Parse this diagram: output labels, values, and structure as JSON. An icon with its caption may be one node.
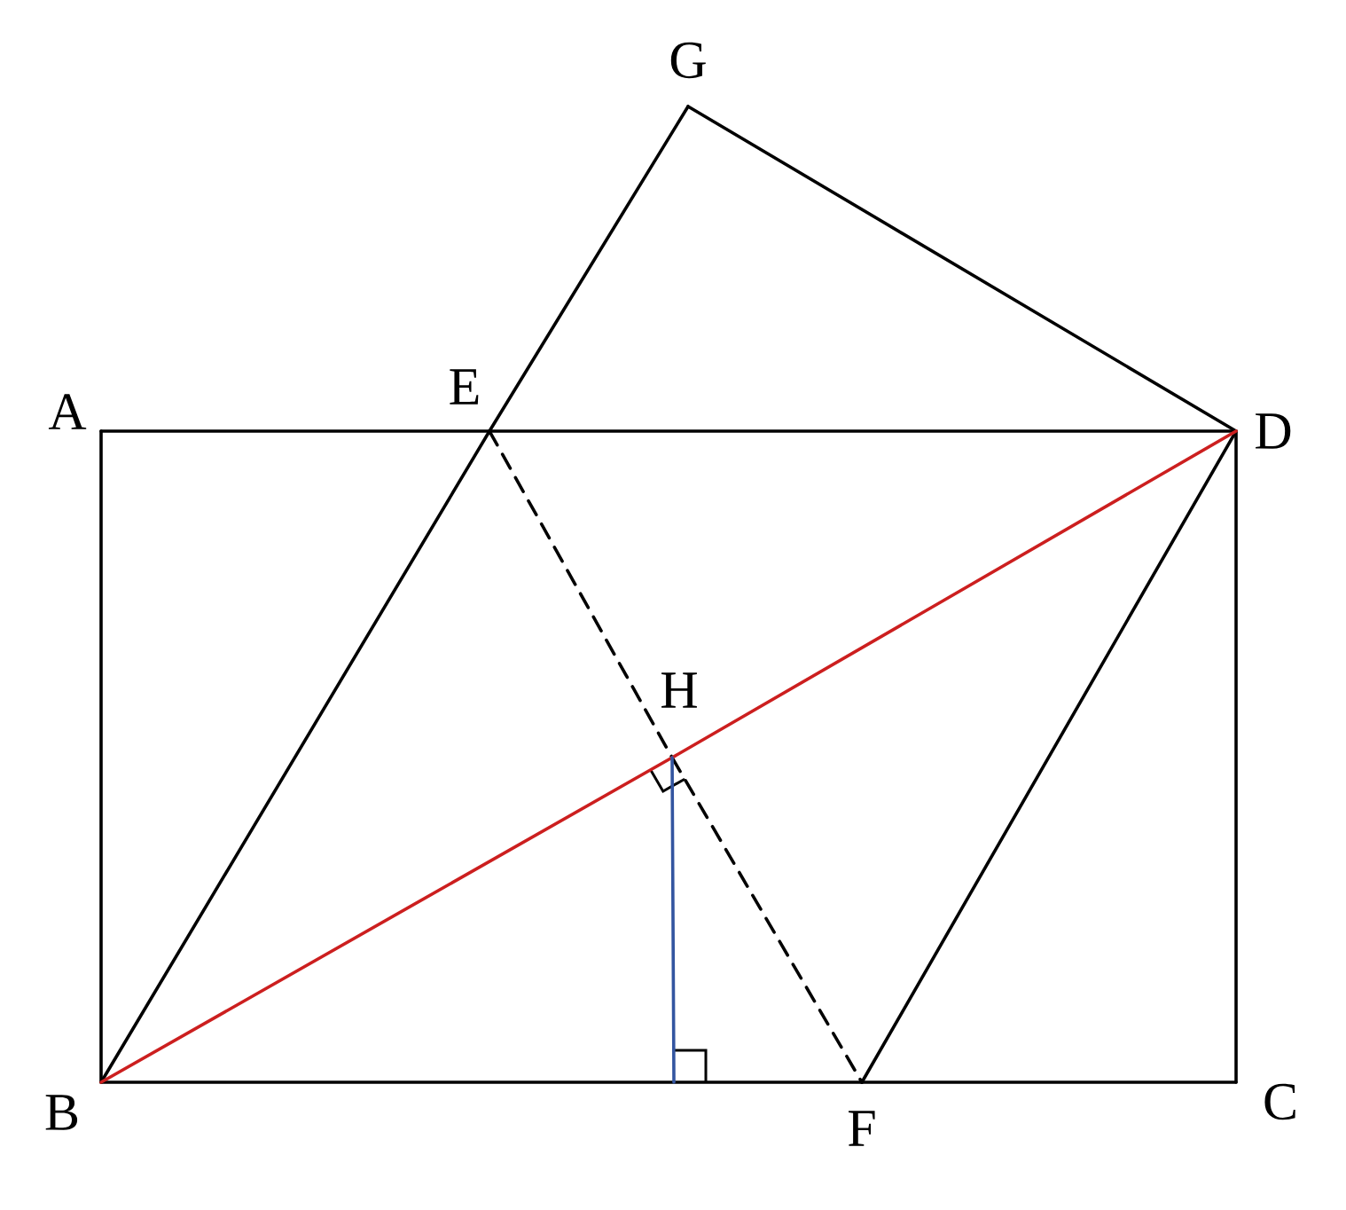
{
  "diagram": {
    "nodes": [
      {
        "text": [],
        "shape": "point",
        "beside": [
          "A"
        ]
      },
      {
        "text": [],
        "shape": "point",
        "beside": [
          "B"
        ]
      },
      {
        "text": [],
        "shape": "point",
        "beside": [
          "C"
        ]
      },
      {
        "text": [],
        "shape": "point",
        "beside": [
          "D"
        ]
      },
      {
        "text": [],
        "shape": "point",
        "beside": [
          "E"
        ]
      },
      {
        "text": [],
        "shape": "point",
        "beside": [
          "F"
        ]
      },
      {
        "text": [],
        "shape": "point",
        "beside": [
          "G"
        ]
      },
      {
        "text": [],
        "shape": "point",
        "beside": [
          "H"
        ]
      },
      {
        "text": [],
        "shape": "right-angle"
      }
    ],
    "edges": [
      {
        "from": 0,
        "to": 1,
        "arrow": "none"
      },
      {
        "from": 0,
        "to": 4,
        "arrow": "none"
      },
      {
        "from": 4,
        "to": 3,
        "arrow": "none"
      },
      {
        "from": 3,
        "to": 2,
        "arrow": "none"
      },
      {
        "from": 1,
        "to": 5,
        "arrow": "none"
      },
      {
        "from": 5,
        "to": 2,
        "arrow": "none"
      },
      {
        "from": 1,
        "to": 4,
        "arrow": "none"
      },
      {
        "from": 4,
        "to": 6,
        "arrow": "none"
      },
      {
        "from": 6,
        "to": 3,
        "arrow": "none"
      },
      {
        "from": 3,
        "to": 5,
        "arrow": "none"
      },
      {
        "from": 4,
        "to": 7,
        "arrow": "none",
        "style": "dashed"
      },
      {
        "from": 7,
        "to": 5,
        "arrow": "none",
        "style": "dashed"
      },
      {
        "from": 1,
        "to": 7,
        "arrow": "none",
        "color": "#cc1f1f"
      },
      {
        "from": 7,
        "to": 3,
        "arrow": "none",
        "color": "#cc1f1f"
      },
      {
        "from": 7,
        "to": 8,
        "arrow": "none",
        "color": "#3355a0"
      }
    ]
  }
}
